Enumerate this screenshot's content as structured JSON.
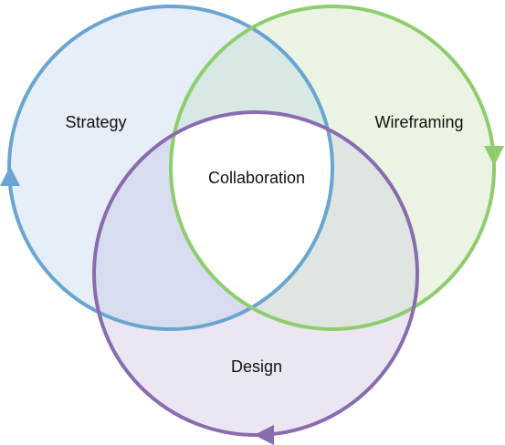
{
  "diagram": {
    "sets": [
      {
        "key": "strategy",
        "label": "Strategy",
        "stroke": "#6aa5d1",
        "fill": "#e6eef7"
      },
      {
        "key": "wireframing",
        "label": "Wireframing",
        "stroke": "#8ecd6e",
        "fill": "#ebf4e2"
      },
      {
        "key": "design",
        "label": "Design",
        "stroke": "#8a6bb0",
        "fill": "#ece6f2"
      }
    ],
    "center_label": "Collaboration",
    "intersection_colors": {
      "strategy_wireframing": "#d8e9e5",
      "strategy_design": "#d8dcef",
      "wireframing_design": "#dfe6e1",
      "center": "#ffffff"
    },
    "arrow_icons": [
      "arrow-up-icon",
      "arrow-down-icon",
      "arrow-left-icon"
    ]
  }
}
